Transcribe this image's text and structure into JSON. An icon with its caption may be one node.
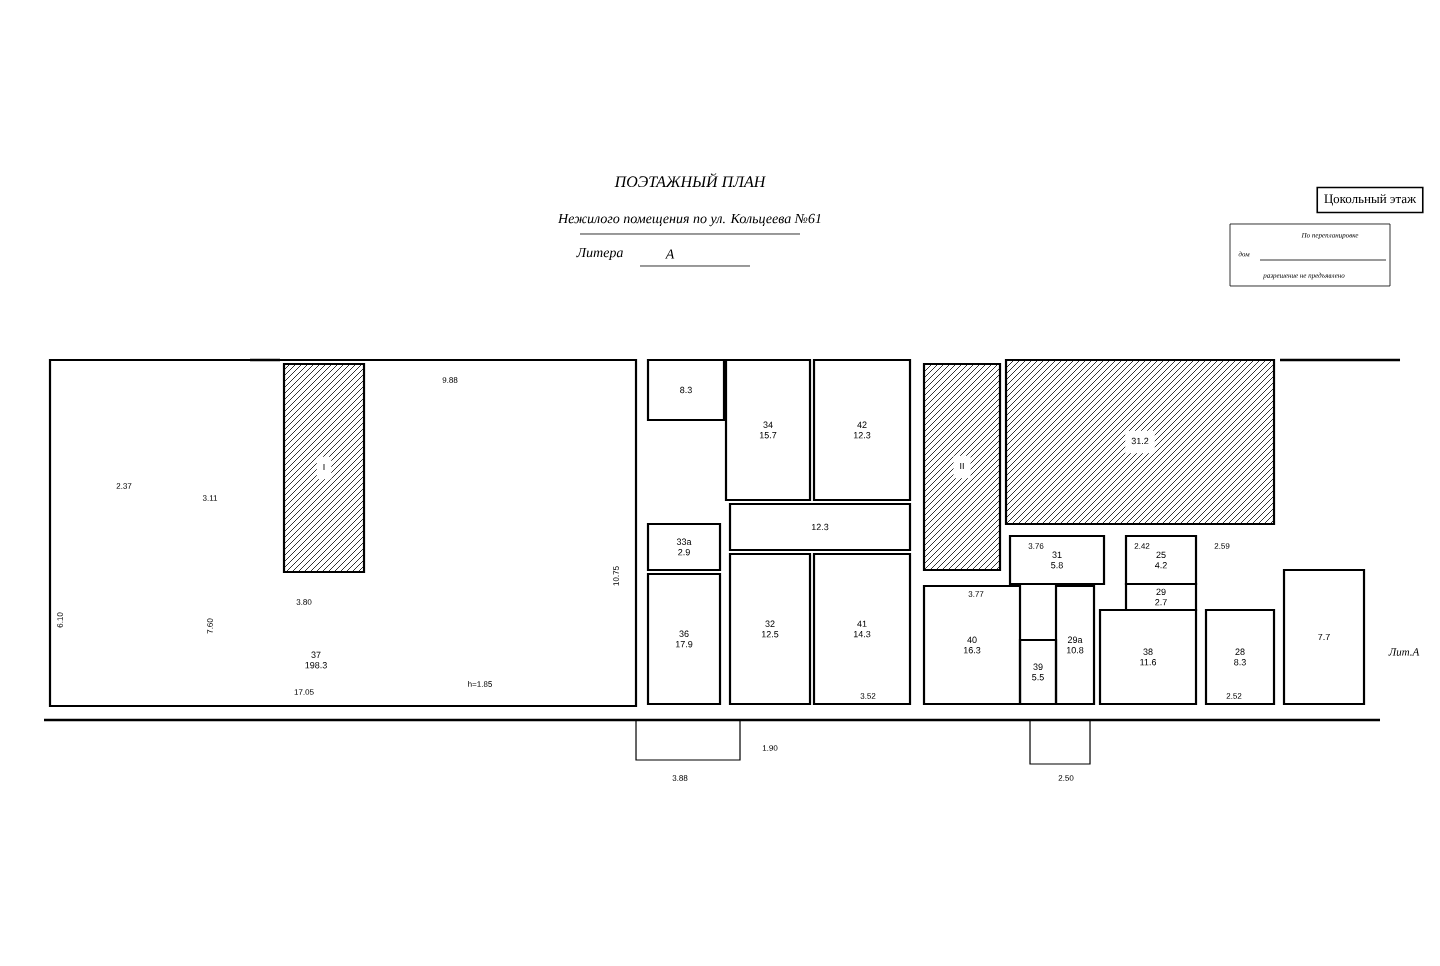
{
  "diagram": {
    "title": "ПОЭТАЖНЫЙ ПЛАН",
    "nodes": [
      {
        "text": [
          "37",
          "198.3"
        ]
      },
      {
        "text": [
          "I"
        ],
        "in": 0
      },
      {
        "text": [
          "8.3"
        ]
      },
      {
        "text": [
          "34",
          "15.7"
        ]
      },
      {
        "text": [
          "42",
          "12.3"
        ]
      },
      {
        "text": [
          "12.3"
        ]
      },
      {
        "text": [
          "33а",
          "2.9"
        ]
      },
      {
        "text": [
          "36",
          "17.9"
        ]
      },
      {
        "text": [
          "32",
          "12.5"
        ]
      },
      {
        "text": [
          "41",
          "14.3"
        ]
      },
      {
        "text": [
          "II"
        ]
      },
      {
        "text": [
          "31.2"
        ]
      },
      {
        "text": [
          "31",
          "5.8"
        ]
      },
      {
        "text": [
          "25",
          "4.2"
        ]
      },
      {
        "text": [
          "29",
          "2.7"
        ]
      },
      {
        "text": [
          "40",
          "16.3"
        ]
      },
      {
        "text": [
          "39",
          "5.5"
        ]
      },
      {
        "text": [
          "29а",
          "10.8"
        ]
      },
      {
        "text": [
          "38",
          "11.6"
        ]
      },
      {
        "text": [
          "28",
          "8.3"
        ]
      },
      {
        "text": [
          "7.7"
        ]
      }
    ],
    "labels": [
      "Нежилого помещения по ул. Кольцеева №61",
      "Литера",
      "А",
      "Цокольный этаж",
      "По перепланировке",
      "дом",
      "разрешение не предъявлено",
      "Лит.А",
      "9.88",
      "2.37",
      "3.11",
      "3.80",
      "6.10",
      "7.60",
      "17.05",
      "h=1.85",
      "10.75",
      "3.52",
      "1.90",
      "3.88",
      "3.77",
      "3.76",
      "2.42",
      "2.59",
      "2.52",
      "2.50"
    ]
  }
}
